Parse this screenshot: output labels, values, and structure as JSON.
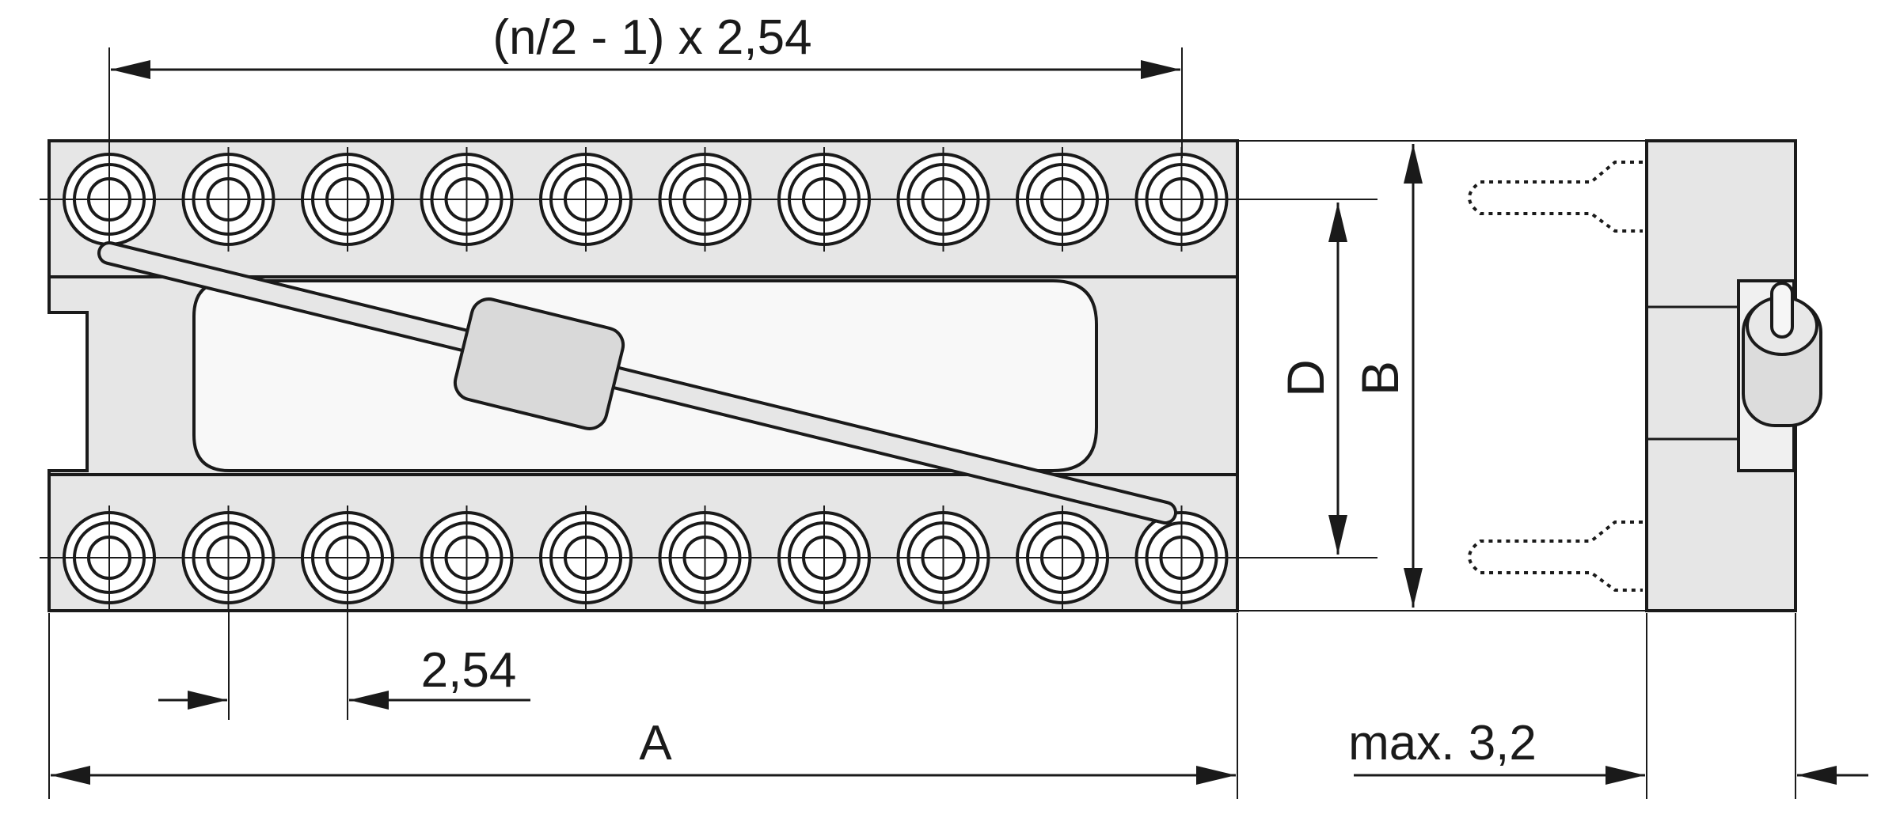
{
  "diagram": {
    "dimensions": {
      "pin_row_span": "(n/2 - 1) x 2,54",
      "pitch": "2,54",
      "length": "A",
      "row_spacing": "D",
      "body_width": "B",
      "height_max": "max. 3,2"
    },
    "pins_per_row": 10,
    "colors": {
      "line": "#1a1a1a",
      "body_fill": "#e6e6e6",
      "window_fill": "#f8f8f8",
      "background": "#ffffff"
    }
  }
}
